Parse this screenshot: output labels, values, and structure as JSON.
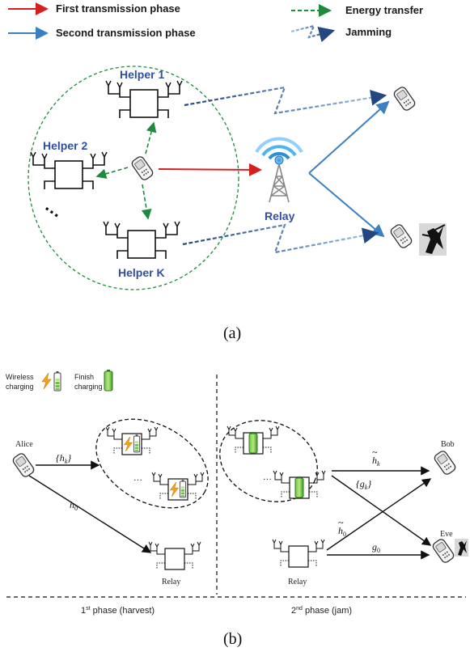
{
  "legend": {
    "first_phase": "First transmission phase",
    "second_phase": "Second transmission phase",
    "energy_transfer": "Energy transfer",
    "jamming": "Jamming",
    "colors": {
      "first": "#d62020",
      "second": "#3b7fc4",
      "energy": "#1e8a3c",
      "jamming": "#24477f"
    }
  },
  "diagram_a": {
    "helpers": [
      "Helper 1",
      "Helper 2",
      "Helper K"
    ],
    "ellipsis": "…",
    "relay_label": "Relay",
    "caption": "(a)"
  },
  "diagram_b": {
    "legend": {
      "wireless_line1": "Wireless",
      "wireless_line2": "charging",
      "finish_line1": "Finish",
      "finish_line2": "charging"
    },
    "alice": "Alice",
    "bob": "Bob",
    "eve": "Eve",
    "relay_left": "Relay",
    "relay_right": "Relay",
    "ellipsis": "…",
    "channels": {
      "hk": "{h",
      "hk_sub": "k",
      "h0": "h",
      "h0_sub": "0",
      "hk_tilde": "h",
      "hk_tilde_sub": "k",
      "gk": "{g",
      "gk_sub": "k",
      "h0_tilde": "h",
      "h0_tilde_sub": "0",
      "g0": "g",
      "g0_sub": "0"
    },
    "phase1": "1",
    "phase1_sup": "st",
    "phase1_rest": " phase (harvest)",
    "phase2": "2",
    "phase2_sup": "nd",
    "phase2_rest": " phase (jam)",
    "caption": "(b)"
  }
}
